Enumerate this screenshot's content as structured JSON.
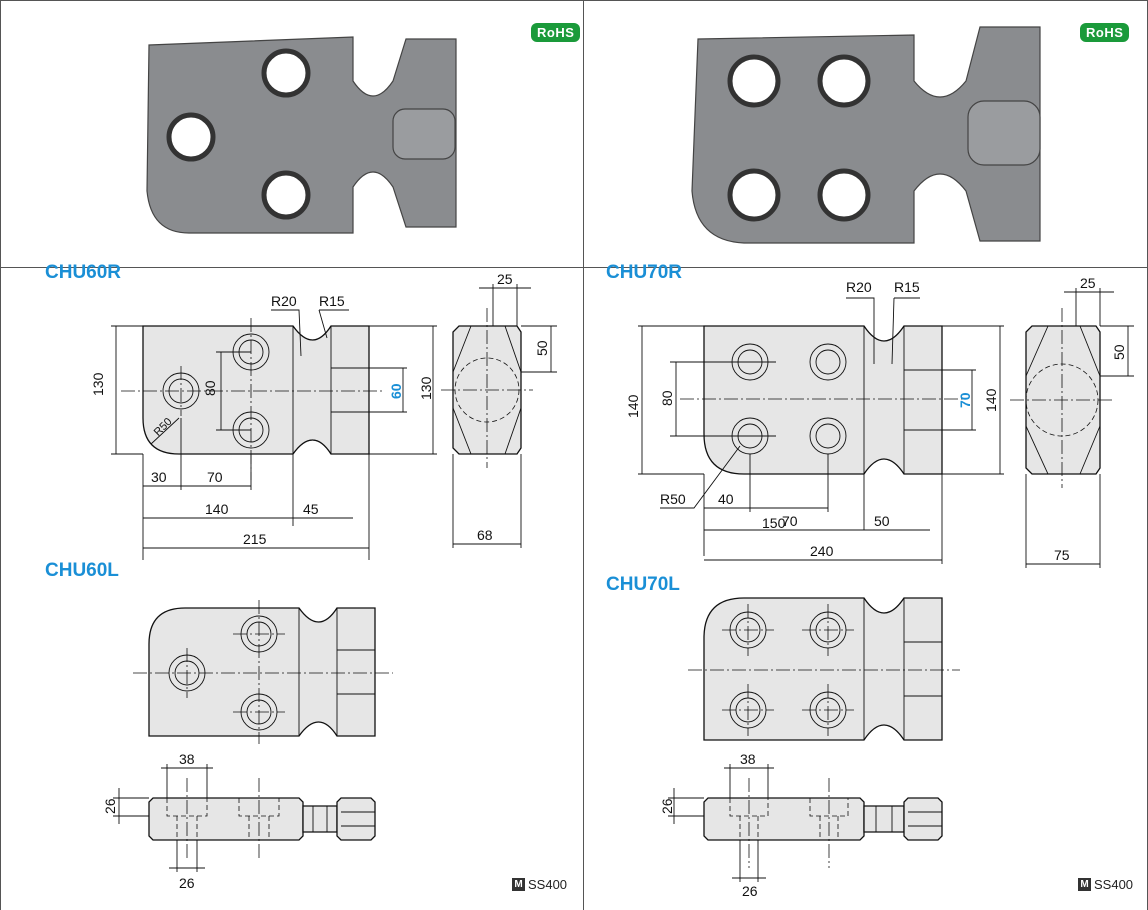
{
  "badge": "RoHS",
  "left": {
    "model_r": "CHU60R",
    "model_l": "CHU60L",
    "dims": {
      "d25": "25",
      "d50": "50",
      "r20": "R20",
      "r15": "R15",
      "d130a": "130",
      "d80": "80",
      "d60": "60",
      "d130b": "130",
      "r50": "R50",
      "d30": "30",
      "d70": "70",
      "d140": "140",
      "d45": "45",
      "d215": "215",
      "d68": "68",
      "d38": "38",
      "d26v": "26",
      "d26h": "26"
    },
    "material": "SS400",
    "material_icon": "M"
  },
  "right": {
    "model_r": "CHU70R",
    "model_l": "CHU70L",
    "dims": {
      "d25": "25",
      "d50": "50",
      "r20": "R20",
      "r15": "R15",
      "d140a": "140",
      "d80": "80",
      "d70v": "70",
      "d140b": "140",
      "r50": "R50",
      "d40": "40",
      "d70": "70",
      "d150": "150",
      "d50h": "50",
      "d240": "240",
      "d75": "75",
      "d38": "38",
      "d26v": "26",
      "d26h": "26"
    },
    "material": "SS400",
    "material_icon": "M"
  },
  "colors": {
    "accent": "#1a8fd6",
    "rohs": "#1a9a3a"
  }
}
